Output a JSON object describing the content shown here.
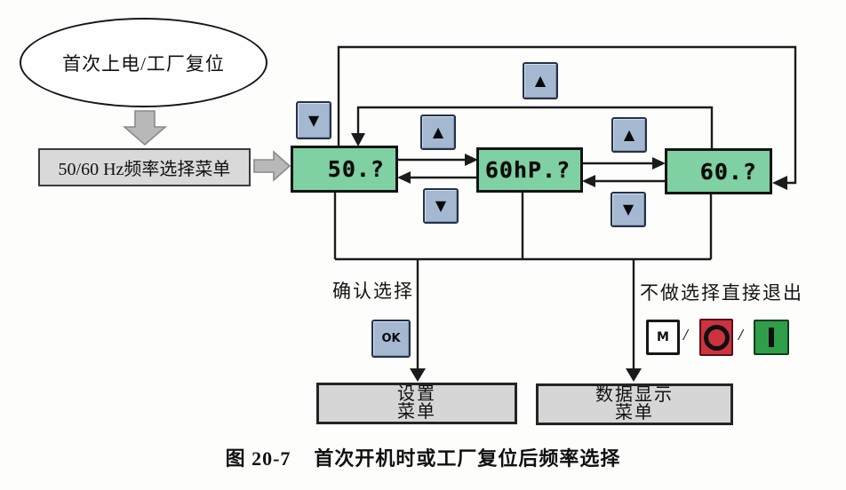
{
  "flow": {
    "start": "首次上电/工厂复位",
    "menu": "50/60 Hz频率选择菜单",
    "confirm_label": "确认选择",
    "exit_label": "不做选择直接退出",
    "separator": "/"
  },
  "displays": {
    "d1": "50.?",
    "d2": "60hP.?",
    "d3": "60.?"
  },
  "keys": {
    "up": "▲",
    "down": "▼",
    "ok": "OK",
    "menu": "M"
  },
  "icons": {
    "stop": "red-circle-ring",
    "run": "green-vertical-bar",
    "block_arrow_down": "gray-block-arrow-down",
    "block_arrow_right": "gray-block-arrow-right"
  },
  "results": {
    "settings": {
      "line1": "设置",
      "line2": "菜单"
    },
    "data_display": {
      "line1": "数据显示",
      "line2": "菜单"
    }
  },
  "caption": {
    "number": "图 20-7",
    "title": "首次开机时或工厂复位后频率选择"
  },
  "colors": {
    "display_green": "#7fd0a2",
    "key_blue": "#a4b9d1",
    "stop_red": "#cb3340",
    "run_green": "#2f9e4a",
    "box_gray": "#d6d6d6",
    "block_arrow_gray": "#b8b8b8",
    "line_black": "#1b1b1b"
  }
}
